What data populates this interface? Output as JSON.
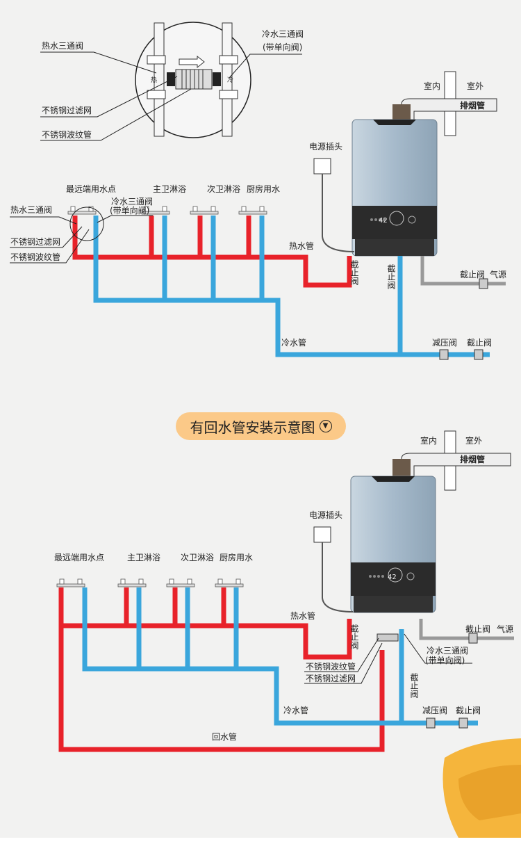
{
  "detail": {
    "hot_tee": "热水三通阀",
    "filter": "不锈钢过滤网",
    "bellows": "不锈钢波纹管",
    "cold_tee": "冷水三通阀",
    "check_valve": "(带单向阀)",
    "hot_mark": "热",
    "cold_mark": "冷"
  },
  "diagram1": {
    "indoor": "室内",
    "outdoor": "室外",
    "flue": "排烟管",
    "power_plug": "电源插头",
    "farthest_point": "最远端用水点",
    "master_shower": "主卫淋浴",
    "second_shower": "次卫淋浴",
    "kitchen": "厨房用水",
    "hot_tee": "热水三通阀",
    "filter": "不锈钢过滤网",
    "bellows": "不锈钢波纹管",
    "cold_tee": "冷水三通阀",
    "check_valve": "(带单向阀)",
    "hot_pipe": "热水管",
    "cold_pipe": "冷水管",
    "stop_valve": "截止阀",
    "gas_source": "气源",
    "pressure_valve": "减压阀"
  },
  "banner": {
    "title": "有回水管安装示意图",
    "icon": "chevron-down-circle-icon"
  },
  "diagram2": {
    "indoor": "室内",
    "outdoor": "室外",
    "flue": "排烟管",
    "power_plug": "电源插头",
    "farthest_point": "最远端用水点",
    "master_shower": "主卫淋浴",
    "second_shower": "次卫淋浴",
    "kitchen": "厨房用水",
    "hot_pipe": "热水管",
    "cold_pipe": "冷水管",
    "return_pipe": "回水管",
    "stop_valve": "截止阀",
    "gas_source": "气源",
    "pressure_valve": "减压阀",
    "cold_tee": "冷水三通阀",
    "check_valve": "(带单向阀)",
    "bellows": "不锈钢波纹管",
    "filter": "不锈钢过滤网"
  },
  "heater": {
    "display": "42"
  },
  "colors": {
    "hot": "#e8222a",
    "cold": "#3aa6dc",
    "banner": "#fbc988",
    "heater": "#a9bccb",
    "panel": "#2a2a2a"
  }
}
